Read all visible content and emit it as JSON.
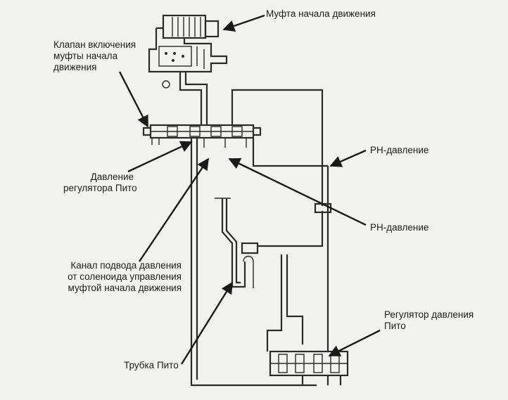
{
  "labels": {
    "clutch": "Муфта начала движения",
    "clutch_valve": "Клапан включения\nмуфты начала\nдвижения",
    "pitot_reg_pressure": "Давление\nрегулятора Пито",
    "rh_pressure_1": "РН-давление",
    "rh_pressure_2": "РН-давление",
    "solenoid_channel": "Канал подвода давления\nот соленоида управления\nмуфтой начала движения",
    "pitot_regulator": "Регулятор давления\nПито",
    "pitot_tube": "Трубка Пито"
  },
  "colors": {
    "ink": "#2a2a2a",
    "background": "#f2f2f0"
  }
}
